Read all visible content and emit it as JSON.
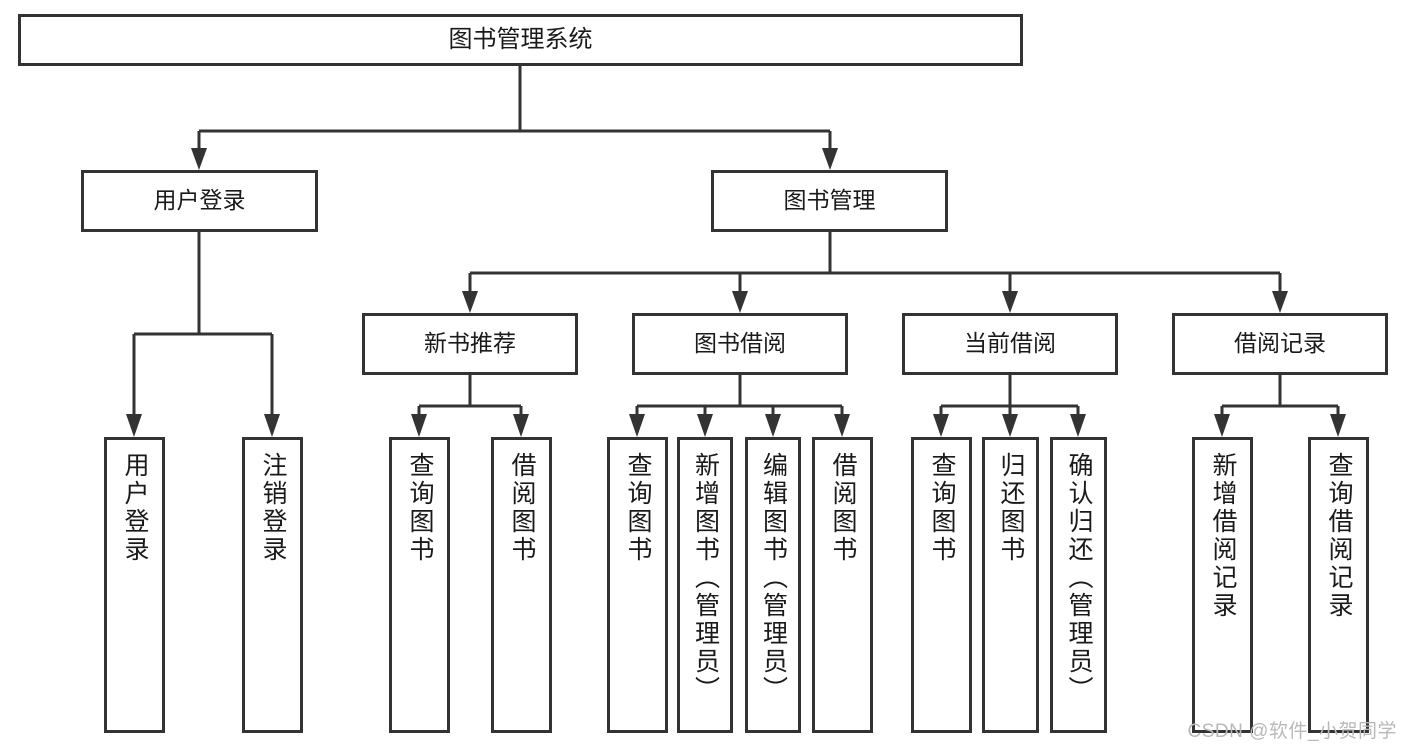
{
  "diagram": {
    "type": "tree-hierarchy-chart",
    "title": "图书管理系统",
    "orientation": "top-down",
    "colors": {
      "box_border": "#333333",
      "box_fill": "#ffffff",
      "connector": "#333333",
      "text": "#1a1a1a",
      "watermark": "#b9b9b9"
    },
    "levels": {
      "level1": [
        "图书管理系统"
      ],
      "level2": [
        "用户登录",
        "图书管理"
      ],
      "level3": [
        "新书推荐",
        "图书借阅",
        "当前借阅",
        "借阅记录"
      ],
      "level4": [
        "用户登录",
        "注销登录",
        "查询图书",
        "借阅图书",
        "查询图书",
        "新增图书（管理员）",
        "编辑图书（管理员）",
        "借阅图书",
        "查询图书",
        "归还图书",
        "确认归还（管理员）",
        "新增借阅记录",
        "查询借阅记录"
      ]
    }
  },
  "nodes": {
    "root": {
      "label": "图书管理系统"
    },
    "user_login": {
      "label": "用户登录"
    },
    "book_manage": {
      "label": "图书管理"
    },
    "new_book_rec": {
      "label": "新书推荐"
    },
    "book_borrow": {
      "label": "图书借阅"
    },
    "current_borrow": {
      "label": "当前借阅"
    },
    "borrow_record": {
      "label": "借阅记录"
    },
    "leaf_user_login": {
      "label": "用户登录"
    },
    "leaf_logout": {
      "label": "注销登录"
    },
    "leaf_query_book_1": {
      "label": "查询图书"
    },
    "leaf_borrow_book_1": {
      "label": "借阅图书"
    },
    "leaf_query_book_2": {
      "label": "查询图书"
    },
    "leaf_add_book_admin": {
      "label": "新增图书（管理员）"
    },
    "leaf_edit_book_admin": {
      "label": "编辑图书（管理员）"
    },
    "leaf_borrow_book_2": {
      "label": "借阅图书"
    },
    "leaf_query_book_3": {
      "label": "查询图书"
    },
    "leaf_return_book": {
      "label": "归还图书"
    },
    "leaf_confirm_return_admin": {
      "label": "确认归还（管理员）"
    },
    "leaf_add_borrow_record": {
      "label": "新增借阅记录"
    },
    "leaf_query_borrow_record": {
      "label": "查询借阅记录"
    }
  },
  "watermark": {
    "text": "CSDN @软件_小贺同学"
  }
}
